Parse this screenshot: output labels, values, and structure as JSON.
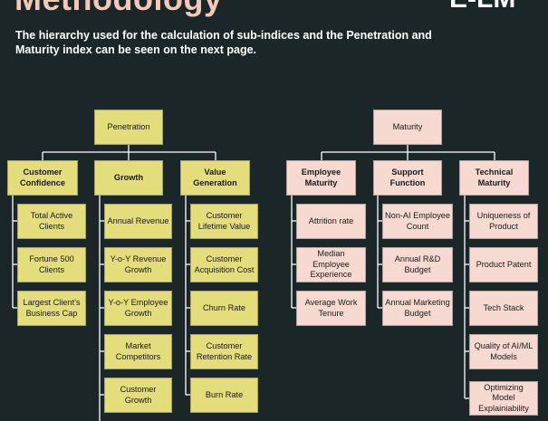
{
  "page": {
    "heading": "Methodology",
    "logo": "E-LM",
    "intro": "The hierarchy used for the calculation of sub-indices and the Penetration and Maturity index can be seen on the next page."
  },
  "colors": {
    "background": "#1a2628",
    "penetration_box": "#e3dd7b",
    "maturity_box": "#f6dad1",
    "connector": "#ffffff",
    "heading": "#f2c9b9"
  },
  "penetration": {
    "root": "Penetration",
    "groups": [
      {
        "title": "Customer Confidence",
        "items": [
          "Total Active Clients",
          "Fortune 500 Clients",
          "Largest Client's Business Cap"
        ]
      },
      {
        "title": "Growth",
        "items": [
          "Annual Revenue",
          "Y-o-Y Revenue Growth",
          "Y-o-Y Employee Growth",
          "Market Competitors",
          "Customer Growth"
        ]
      },
      {
        "title": "Value Generation",
        "items": [
          "Customer Lifetime Value",
          "Customer Acquisition Cost",
          "Churn Rate",
          "Customer Retention Rate",
          "Burn Rate"
        ]
      }
    ]
  },
  "maturity": {
    "root": "Maturity",
    "groups": [
      {
        "title": "Employee Maturity",
        "items": [
          "Attrition rate",
          "Median Employee Experience",
          "Average Work Tenure"
        ]
      },
      {
        "title": "Support Function",
        "items": [
          "Non-AI Employee Count",
          "Annual R&D Budget",
          "Annual Marketing Budget"
        ]
      },
      {
        "title": "Technical Maturity",
        "items": [
          "Uniqueness of Product",
          "Product Patent",
          "Tech Stack",
          "Quality of AI/ML Models",
          "Optimizing Model Explainiability"
        ]
      }
    ]
  }
}
